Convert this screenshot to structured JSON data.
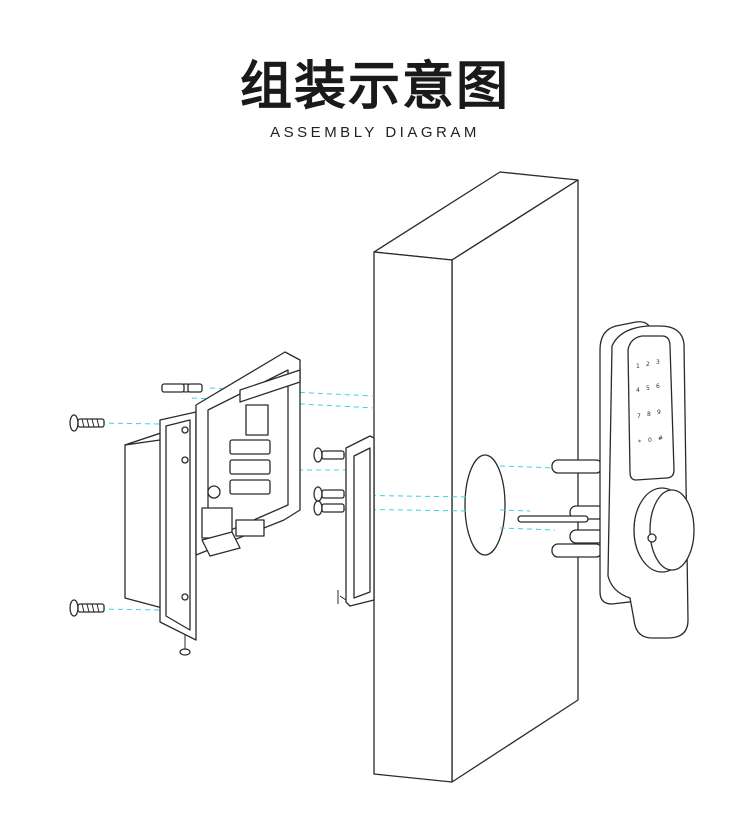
{
  "header": {
    "title": "组装示意图",
    "subtitle": "ASSEMBLY DIAGRAM"
  },
  "colors": {
    "line": "#2b2b2b",
    "guide": "#3fd0e0",
    "background": "#ffffff"
  },
  "keypad": {
    "keys": [
      "1",
      "2",
      "3",
      "4",
      "5",
      "6",
      "7",
      "8",
      "9",
      "*",
      "0",
      "#"
    ]
  }
}
